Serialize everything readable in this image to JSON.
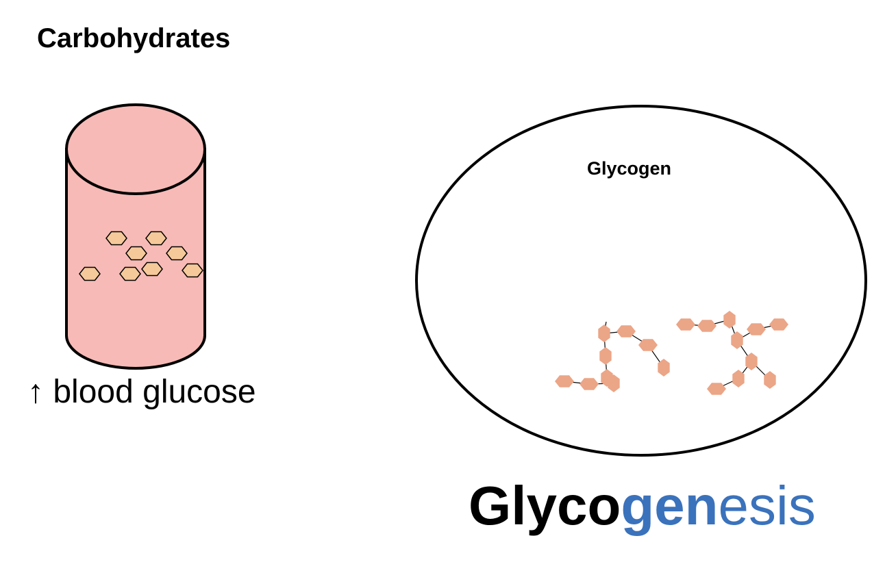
{
  "heading": "Carbohydrates",
  "blood_glucose": {
    "arrow": "↑",
    "text": "blood glucose"
  },
  "cell": {
    "label": "Glycogen"
  },
  "title": {
    "part1": "Glyco",
    "part2": "gen",
    "part3": "esis",
    "highlight_color": "#3a72bc"
  },
  "colors": {
    "vessel_fill": "#f7bab6",
    "glucose_fill": "#f6c99a",
    "glycogen_unit_fill": "#eba587"
  }
}
